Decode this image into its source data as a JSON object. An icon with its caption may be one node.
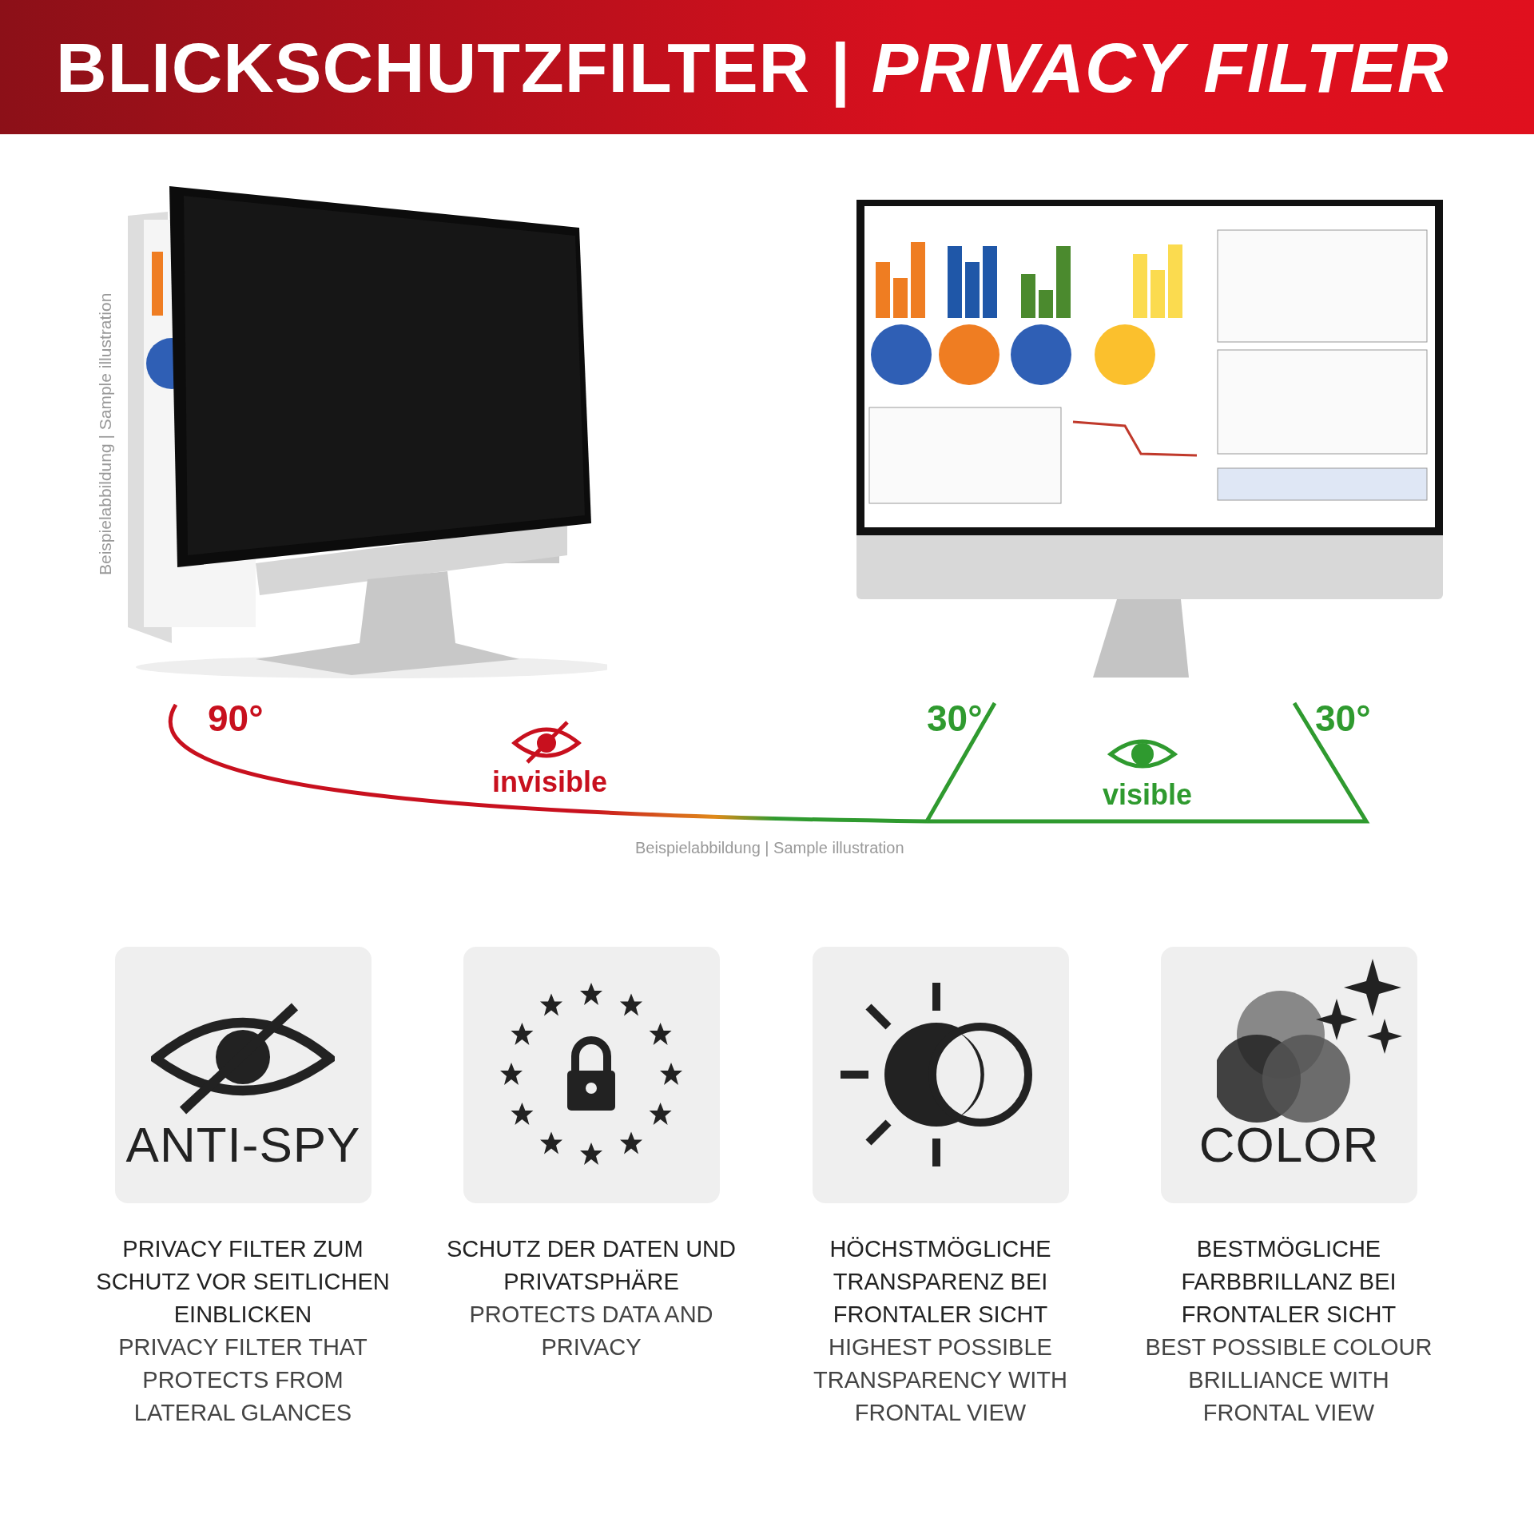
{
  "diagram": {
    "title": "BLICKSCHUTZFILTER | *PRIVACY FILTER*",
    "nodes": [
      {
        "text": [
          "ANTI-SPY"
        ],
        "beside": [
          "PRIVACY FILTER ZUM SCHUTZ VOR SEITLICHEN EINBLICKEN",
          "PRIVACY FILTER THAT PROTECTS FROM LATERAL GLANCES"
        ]
      },
      {
        "text": [],
        "shape": "box",
        "beside": [
          "SCHUTZ DER DATEN UND PRIVATSPHÄRE",
          "PROTECTS DATA AND PRIVACY"
        ]
      },
      {
        "text": [],
        "shape": "box",
        "beside": [
          "HÖCHSTMÖGLICHE TRANSPARENZ BEI FRONTALER SICHT",
          "HIGHEST POSSIBLE TRANSPARENCY WITH FRONTAL VIEW"
        ]
      },
      {
        "text": [
          "COLOR"
        ],
        "beside": [
          "BESTMÖGLICHE FARBBRILLANZ BEI FRONTALER SICHT",
          "BEST POSSIBLE COLOUR BRILLIANCE WITH FRONTAL VIEW"
        ]
      }
    ],
    "labels": [
      "Beispielabbildung | Sample illustration",
      "90°",
      "30°",
      "30°",
      "invisible",
      "visible",
      "Beispielabbildung | Sample illustration"
    ]
  }
}
